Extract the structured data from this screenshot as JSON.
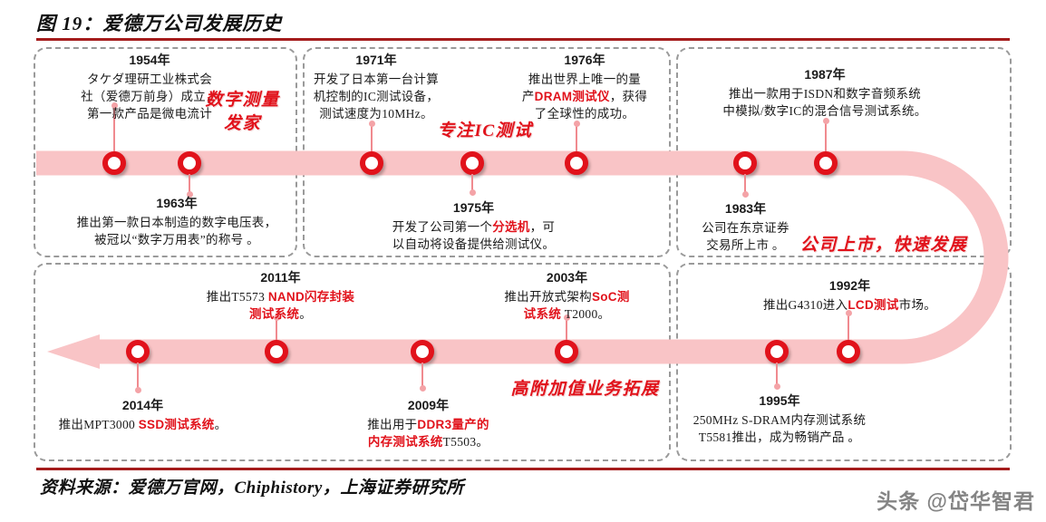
{
  "header": {
    "title": "图 19：爱德万公司发展历史"
  },
  "footer": {
    "source": "资料来源：爱德万官网，Chiphistory，上海证券研究所",
    "watermark": "头条 @岱华智君"
  },
  "colors": {
    "rule": "#a41c1c",
    "accent_red": "#e1121b",
    "ribbon": "#f9c4c6",
    "marker_ring": "#e1121b",
    "dashed_box": "#9a9a9a"
  },
  "phases": [
    {
      "id": "phase-1",
      "label": "数字测量\n发家"
    },
    {
      "id": "phase-2",
      "label": "专注IC测试"
    },
    {
      "id": "phase-3",
      "label": "公司上市，快速发展"
    },
    {
      "id": "phase-4",
      "label": "高附加值业务拓展"
    }
  ],
  "phase_labels": {
    "digital_measurement": "数字测量",
    "digital_measurement_2": "发家",
    "ic_test": "专注IC测试",
    "listing": "公司上市，快速发展",
    "high_value": "高附加值业务拓展"
  },
  "events": [
    {
      "id": "e1954",
      "year": "1954年",
      "desc_plain": "タケダ理研工业株式会社（爱德万前身）成立，第一款产品是微电流计",
      "desc_html": "タケダ理研工业株式会<br>社（爱德万前身）成立，<br>第一款产品是微电流计",
      "position": "above"
    },
    {
      "id": "e1963",
      "year": "1963年",
      "desc_plain": "推出第一款日本制造的数字电压表，被冠以“数字万用表”的称号 。",
      "desc_html": "推出第一款日本制造的数字电压表，<br>被冠以“数字万用表”的称号 。",
      "position": "below"
    },
    {
      "id": "e1971",
      "year": "1971年",
      "desc_plain": "开发了日本第一台计算机控制的IC测试设备，测试速度为10MHz。",
      "desc_html": "开发了日本第一台计算<br>机控制的IC测试设备，<br>测试速度为10MHz。",
      "position": "above"
    },
    {
      "id": "e1975",
      "year": "1975年",
      "desc_plain": "开发了公司第一个分选机，可以自动将设备提供给测试仪。",
      "desc_html": "开发了公司第一个<span class=\"hl\">分选机</span>，可<br>以自动将设备提供给测试仪。",
      "position": "below",
      "highlight": "分选机"
    },
    {
      "id": "e1976",
      "year": "1976年",
      "desc_plain": "推出世界上唯一的量产DRAM测试仪，获得了全球性的成功。",
      "desc_html": "推出世界上唯一的量<br>产<span class=\"hl\">DRAM测试仪</span>，获得<br>了全球性的成功。",
      "position": "above",
      "highlight": "DRAM测试仪"
    },
    {
      "id": "e1983",
      "year": "1983年",
      "desc_plain": "公司在东京证券交易所上市 。",
      "desc_html": "公司在东京证券<br>交易所上市 。",
      "position": "below"
    },
    {
      "id": "e1987",
      "year": "1987年",
      "desc_plain": "推出一款用于ISDN和数字音频系统中模拟/数字IC的混合信号测试系统。",
      "desc_html": "推出一款用于ISDN和数字音频系统<br>中模拟/数字IC的混合信号测试系统。",
      "position": "above"
    },
    {
      "id": "e1992",
      "year": "1992年",
      "desc_plain": "推出G4310进入LCD测试市场。",
      "desc_html": "推出G4310进入<span class=\"hl\">LCD测试</span>市场。",
      "position": "above"
    },
    {
      "id": "e1995",
      "year": "1995年",
      "desc_plain": "250MHz S-DRAM内存测试系统T5581推出，成为畅销产品 。",
      "desc_html": "250MHz  S-DRAM内存测试系统<br>T5581推出，成为畅销产品 。",
      "position": "below"
    },
    {
      "id": "e2003",
      "year": "2003年",
      "desc_plain": "推出开放式架构SoC测试系统 T2000。",
      "desc_html": "推出开放式架构<span class=\"hl\">SoC测</span><br><span class=\"hl\">试系统</span> T2000。",
      "position": "above",
      "highlight": "SoC测试系统"
    },
    {
      "id": "e2009",
      "year": "2009年",
      "desc_plain": "推出用于DDR3量产的内存测试系统T5503。",
      "desc_html": "推出用于<span class=\"hl\">DDR3量产的</span><br><span class=\"hl\">内存测试系统</span>T5503。",
      "position": "below",
      "highlight": "DDR3量产的内存测试系统"
    },
    {
      "id": "e2011",
      "year": "2011年",
      "desc_plain": "推出T5573 NAND闪存封装测试系统。",
      "desc_html": "推出T5573 <span class=\"hl\">NAND闪存封装</span><br><span class=\"hl\">测试系统</span>。",
      "position": "above",
      "highlight": "NAND闪存封装测试系统"
    },
    {
      "id": "e2014",
      "year": "2014年",
      "desc_plain": "推出MPT3000 SSD测试系统。",
      "desc_html": "推出MPT3000 <span class=\"hl\">SSD测试系统</span>。",
      "position": "below",
      "highlight": "SSD测试系统"
    }
  ]
}
